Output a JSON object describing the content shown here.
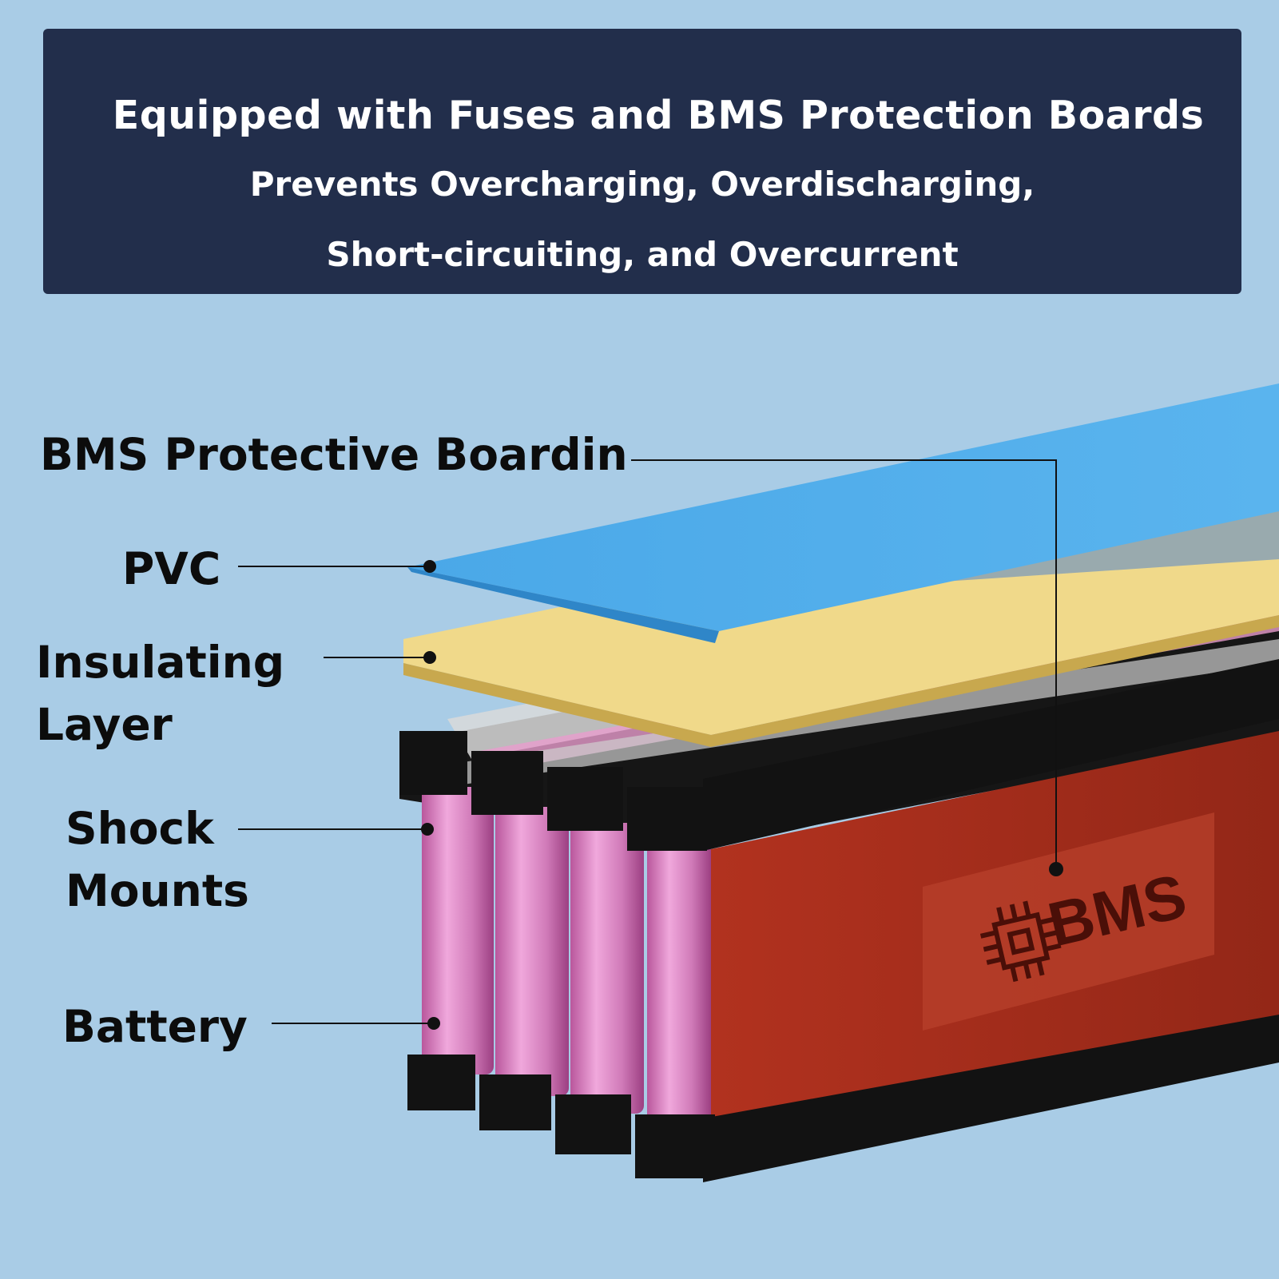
{
  "banner": {
    "title": "Equipped with Fuses and BMS Protection Boards",
    "line2": "Prevents Overcharging, Overdischarging,",
    "line3": "Short-circuiting, and Overcurrent"
  },
  "labels": {
    "bms_board": "BMS Protective Boardin",
    "pvc": "PVC",
    "insulating_1": "Insulating",
    "insulating_2": "Layer",
    "shock_1": "Shock",
    "shock_2": "Mounts",
    "battery": "Battery"
  },
  "bms_plate_text": "BMS",
  "colors": {
    "background": "#a9cce6",
    "banner": "#222e4b",
    "pvc": "#55b0ec",
    "insulating": "#e8d27a",
    "bms_board": "#a02c1e",
    "cell": "#dd8cc8",
    "holder": "#111111"
  }
}
